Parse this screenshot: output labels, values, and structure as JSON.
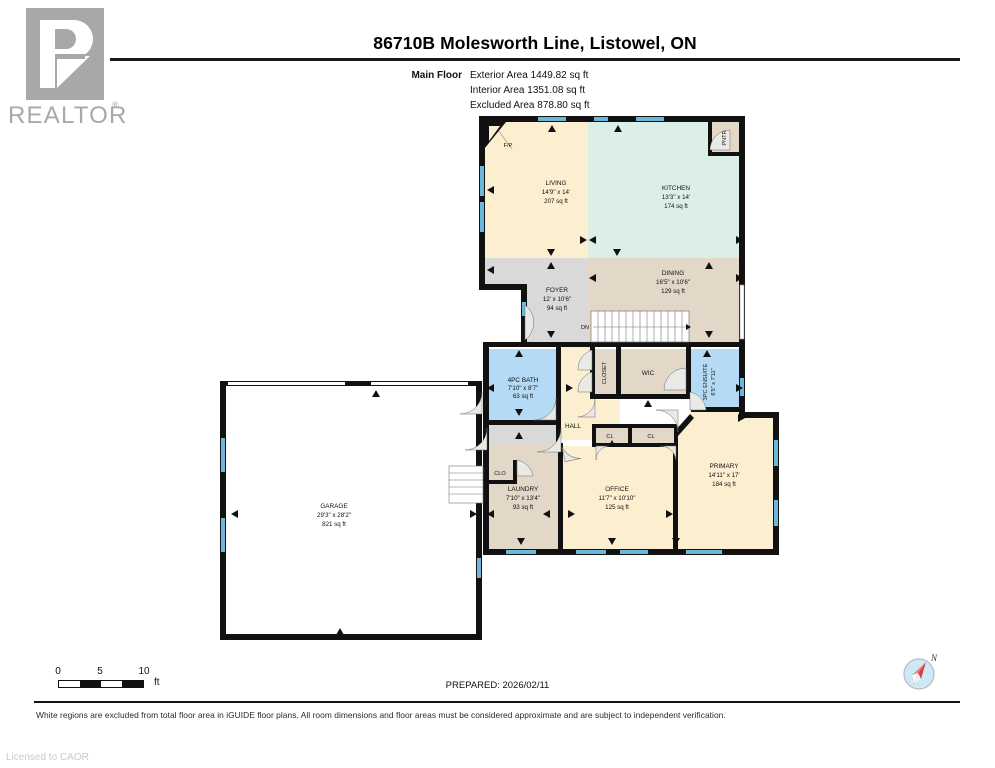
{
  "logo": {
    "wordmark": "REALTOR",
    "registered": "®"
  },
  "header": {
    "title": "86710B Molesworth Line, Listowel, ON",
    "floor_label": "Main Floor",
    "areas": [
      "Exterior Area 1449.82 sq ft",
      "Interior Area 1351.08 sq ft",
      "Excluded Area 878.80 sq ft"
    ]
  },
  "scale": {
    "ticks": [
      "0",
      "5",
      "10"
    ],
    "unit": "ft"
  },
  "prepared": "PREPARED: 2026/02/11",
  "disclaimer": "White regions are excluded from total floor area in iGUIDE floor plans. All room dimensions and floor areas must be considered approximate and are subject to independent verification.",
  "licensed": "Licensed to CAOR",
  "compass": {
    "north_label": "N"
  },
  "colors": {
    "wall": "#111111",
    "window": "#6cb8dd",
    "cream": "#fbefd0",
    "mint": "#dcefe7",
    "grey": "#d9d9d9",
    "taupe": "#e3d7c8",
    "blue": "#b4daf5",
    "excluded": "#ffffff",
    "logo_grey": "#a8a8a8"
  },
  "rooms": [
    {
      "id": "living",
      "name": "LIVING",
      "dims": "14'9\" x 14'",
      "area": "207 sq ft",
      "fill": "cream"
    },
    {
      "id": "kitchen",
      "name": "KITCHEN",
      "dims": "13'3\" x 14'",
      "area": "174 sq ft",
      "fill": "mint"
    },
    {
      "id": "pantry",
      "name": "PNTR",
      "dims": "",
      "area": "",
      "fill": "taupe"
    },
    {
      "id": "foyer",
      "name": "FOYER",
      "dims": "12' x 10'6\"",
      "area": "94 sq ft",
      "fill": "grey"
    },
    {
      "id": "dining",
      "name": "DINING",
      "dims": "16'5\" x 10'6\"",
      "area": "129 sq ft",
      "fill": "taupe"
    },
    {
      "id": "bath4pc",
      "name": "4PC BATH",
      "dims": "7'10\" x 8'7\"",
      "area": "63 sq ft",
      "fill": "blue"
    },
    {
      "id": "closet",
      "name": "CLOSET",
      "dims": "",
      "area": "",
      "fill": "taupe"
    },
    {
      "id": "wic",
      "name": "WIC",
      "dims": "",
      "area": "",
      "fill": "taupe"
    },
    {
      "id": "ensuite3pc",
      "name": "3PC ENSUITE",
      "dims": "6'5\" x 7'11\"",
      "area": "",
      "fill": "blue"
    },
    {
      "id": "hall",
      "name": "HALL",
      "dims": "",
      "area": "",
      "fill": "cream"
    },
    {
      "id": "cl1",
      "name": "CL",
      "dims": "",
      "area": "",
      "fill": "taupe"
    },
    {
      "id": "cl2",
      "name": "CL",
      "dims": "",
      "area": "",
      "fill": "taupe"
    },
    {
      "id": "primary",
      "name": "PRIMARY",
      "dims": "14'11\" x 17'",
      "area": "184 sq ft",
      "fill": "cream"
    },
    {
      "id": "clo",
      "name": "CLO",
      "dims": "",
      "area": "",
      "fill": "taupe"
    },
    {
      "id": "laundry",
      "name": "LAUNDRY",
      "dims": "7'10\" x 13'4\"",
      "area": "93 sq ft",
      "fill": "taupe"
    },
    {
      "id": "office",
      "name": "OFFICE",
      "dims": "11'7\" x 10'10\"",
      "area": "125 sq ft",
      "fill": "cream"
    },
    {
      "id": "garage",
      "name": "GARAGE",
      "dims": "29'3\" x 28'2\"",
      "area": "821 sq ft",
      "fill": "excluded"
    }
  ],
  "annotations": {
    "fireplace": "F/P",
    "stairs_down": "DN"
  }
}
